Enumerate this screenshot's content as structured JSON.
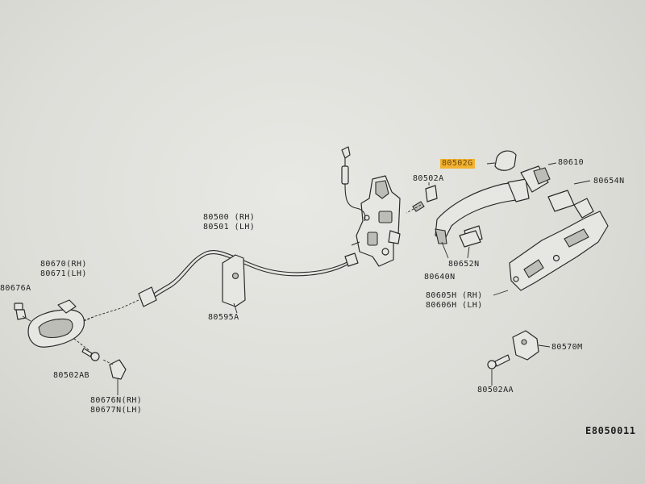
{
  "figure_id": "E8050011",
  "labels": {
    "p80502G": "80502G",
    "p80610": "80610",
    "p80654N": "80654N",
    "p80502A": "80502A",
    "p80500": "80500 (RH)",
    "p80501": "80501 (LH)",
    "p80652N": "80652N",
    "p80670": "80670(RH)",
    "p80671": "80671(LH)",
    "p80676A": "80676A",
    "p80640N": "80640N",
    "p80605H": "80605H (RH)",
    "p80606H": "80606H (LH)",
    "p80595A": "80595A",
    "p80570M": "80570M",
    "p80502AB": "80502AB",
    "p80502AA": "80502AA",
    "p80676N": "80676N(RH)",
    "p80677N": "80677N(LH)"
  },
  "highlight_color": "#f2b230"
}
